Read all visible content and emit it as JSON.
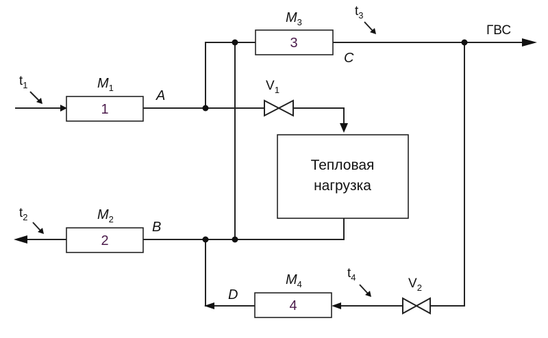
{
  "meters": {
    "m1": {
      "base": "M",
      "sub": "1",
      "num": "1"
    },
    "m2": {
      "base": "M",
      "sub": "2",
      "num": "2"
    },
    "m3": {
      "base": "M",
      "sub": "3",
      "num": "3"
    },
    "m4": {
      "base": "M",
      "sub": "4",
      "num": "4"
    }
  },
  "temps": {
    "t1": {
      "base": "t",
      "sub": "1"
    },
    "t2": {
      "base": "t",
      "sub": "2"
    },
    "t3": {
      "base": "t",
      "sub": "3"
    },
    "t4": {
      "base": "t",
      "sub": "4"
    }
  },
  "valves": {
    "v1": {
      "base": "V",
      "sub": "1"
    },
    "v2": {
      "base": "V",
      "sub": "2"
    }
  },
  "points": {
    "a": "A",
    "b": "B",
    "c": "C",
    "d": "D"
  },
  "outlet": "ГВС",
  "load": {
    "line1": "Тепловая",
    "line2": "нагрузка"
  }
}
